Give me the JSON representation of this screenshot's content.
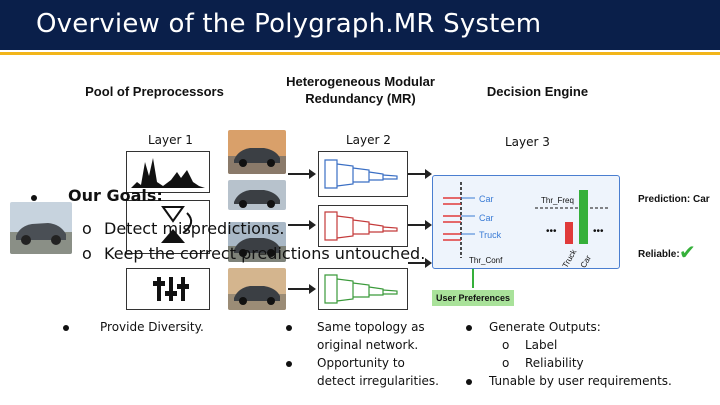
{
  "title": "Overview of the Polygraph.MR System",
  "columns": {
    "pool": "Pool of Preprocessors",
    "mr_line1": "Heterogeneous Modular",
    "mr_line2": "Redundancy (MR)",
    "decision": "Decision Engine"
  },
  "layers": {
    "layer1": "Layer 1",
    "layer2": "Layer 2",
    "layer3": "Layer 3"
  },
  "engine": {
    "car1": "Car",
    "car2": "Car",
    "truck": "Truck",
    "thr_freq": "Thr_Freq",
    "thr_conf": "Thr_Conf",
    "bar_truck": "Truck",
    "bar_car": "Car",
    "prediction": "Prediction: Car",
    "reliable": "Reliable:",
    "check": "✔",
    "user_prefs": "User Preferences",
    "colors": {
      "green": "#35b03a",
      "red": "#e03a3a",
      "accent": "#3a7bd5"
    }
  },
  "goals": {
    "heading": "Our Goals:",
    "item1": "Detect mispredictions.",
    "item2": "Keep the correct predictions untouched."
  },
  "bullets": {
    "col1": [
      "Provide Diversity."
    ],
    "col2_a": [
      "Same topology as",
      "original network."
    ],
    "col2_b": [
      "Opportunity to",
      "detect irregularities."
    ],
    "col3_head": "Generate Outputs:",
    "col3_sub1": "Label",
    "col3_sub2": "Reliability",
    "col3_tail": "Tunable by user requirements."
  },
  "marker_bullet": "●",
  "marker_sub": "o"
}
